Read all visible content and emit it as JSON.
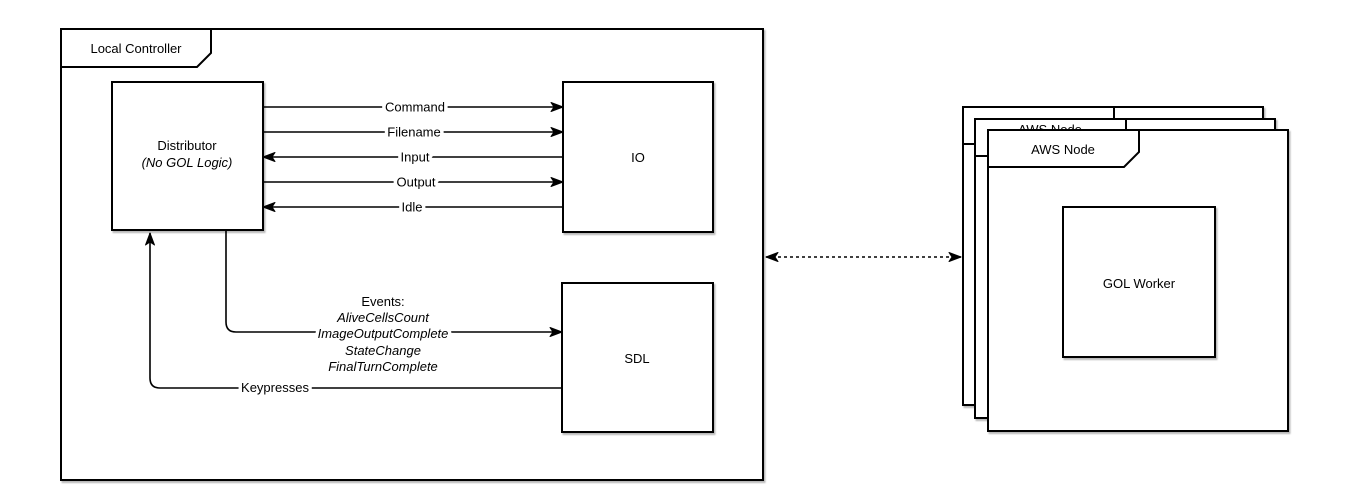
{
  "colors": {
    "background": "#ffffff",
    "stroke": "#000000",
    "box_fill": "#ffffff",
    "text": "#000000"
  },
  "frames": {
    "local_controller": {
      "label": "Local Controller"
    },
    "aws_node": {
      "label": "AWS Node",
      "stack_count": 3
    }
  },
  "nodes": {
    "distributor": {
      "title": "Distributor",
      "subtitle": "(No GOL Logic)"
    },
    "io": {
      "label": "IO"
    },
    "sdl": {
      "label": "SDL"
    },
    "gol_worker": {
      "label": "GOL Worker"
    }
  },
  "edges": {
    "command": {
      "label": "Command",
      "direction": "right"
    },
    "filename": {
      "label": "Filename",
      "direction": "right"
    },
    "input": {
      "label": "Input",
      "direction": "left"
    },
    "output": {
      "label": "Output",
      "direction": "right"
    },
    "idle": {
      "label": "Idle",
      "direction": "left"
    },
    "events": {
      "title": "Events:",
      "items": [
        "AliveCellsCount",
        "ImageOutputComplete",
        "StateChange",
        "FinalTurnComplete"
      ],
      "direction": "right"
    },
    "keypresses": {
      "label": "Keypresses",
      "direction": "up"
    },
    "remote_link": {
      "style": "dashed",
      "direction": "both"
    }
  }
}
